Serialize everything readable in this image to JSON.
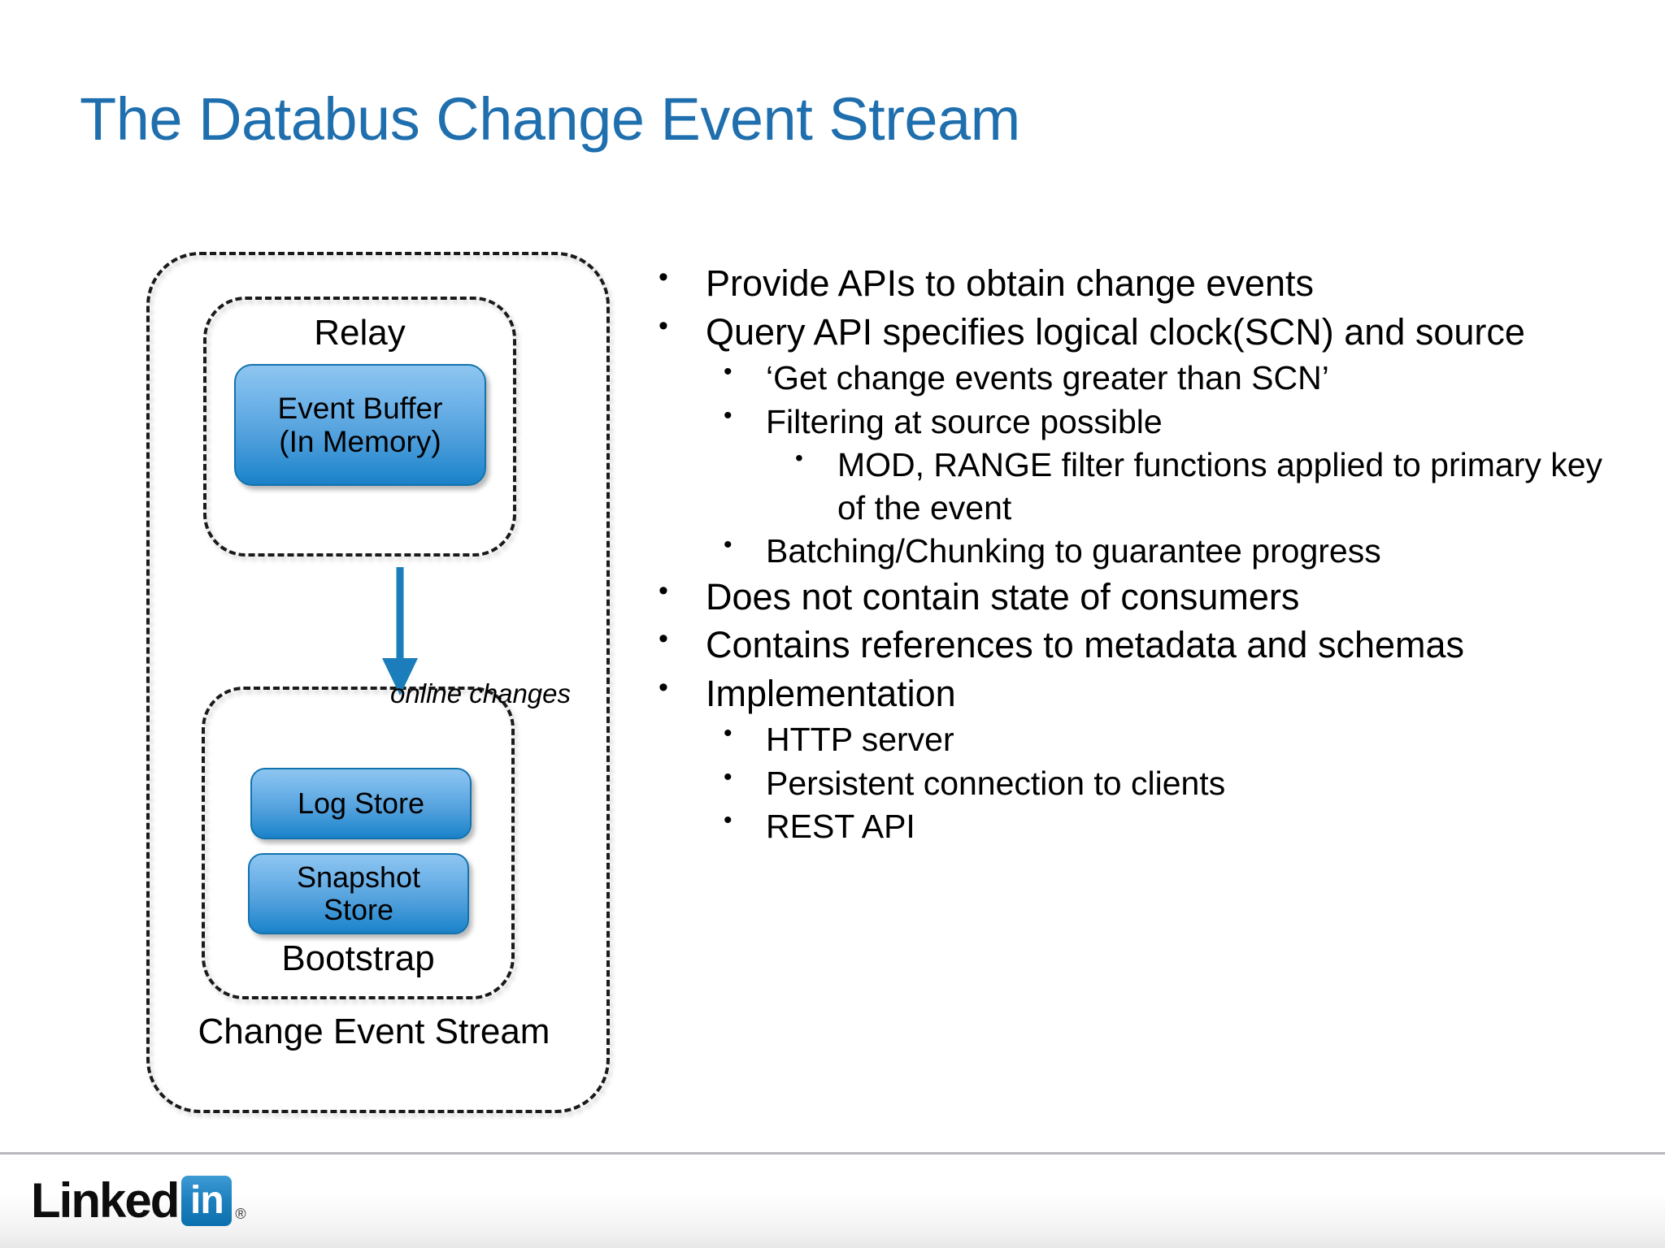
{
  "slide": {
    "title": "The Databus Change Event Stream"
  },
  "diagram": {
    "outer_label": "Change Event Stream",
    "relay_label": "Relay",
    "bootstrap_label": "Bootstrap",
    "event_buffer": {
      "line1": "Event Buffer",
      "line2": "(In Memory)"
    },
    "log_store": "Log Store",
    "snapshot_store": {
      "line1": "Snapshot",
      "line2": "Store"
    },
    "arrow_label": "online changes",
    "colors": {
      "box_fill_top": "#8EC5F0",
      "box_fill_bottom": "#1C80C6",
      "box_border": "#1273AE",
      "arrow": "#1B7DBB",
      "dashed_border": "#1a1a1a"
    }
  },
  "bullets": [
    {
      "level": 1,
      "marker": "•",
      "text": "Provide APIs to obtain change events"
    },
    {
      "level": 1,
      "marker": "•",
      "text": "Query API specifies logical clock(SCN) and source"
    },
    {
      "level": 2,
      "marker": "•",
      "text": "‘Get change events greater than SCN’"
    },
    {
      "level": 2,
      "marker": "•",
      "text": "Filtering at source possible"
    },
    {
      "level": 3,
      "marker": "•",
      "text": "MOD, RANGE filter functions applied to primary key of the event"
    },
    {
      "level": 2,
      "marker": "•",
      "text": "Batching/Chunking to guarantee progress"
    },
    {
      "level": 1,
      "marker": "•",
      "text": "Does not contain state of consumers"
    },
    {
      "level": 1,
      "marker": "•",
      "text": "Contains references to metadata and schemas"
    },
    {
      "level": 1,
      "marker": "•",
      "text": "Implementation"
    },
    {
      "level": 2,
      "marker": "•",
      "text": "HTTP server"
    },
    {
      "level": 2,
      "marker": "•",
      "text": "Persistent connection to clients"
    },
    {
      "level": 2,
      "marker": "•",
      "text": "REST API"
    }
  ],
  "footer": {
    "logo_word": "Linked",
    "logo_in": "in",
    "logo_registered": "®",
    "logo_blue": "#1f82c0"
  },
  "theme": {
    "title_color": "#1F6FAE",
    "body_text_color": "#000000",
    "background": "#ffffff"
  }
}
